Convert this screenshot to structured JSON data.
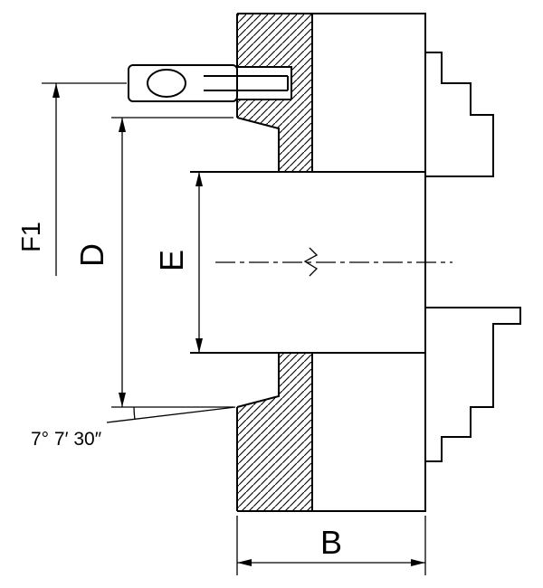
{
  "colors": {
    "background": "#ffffff",
    "line": "#000000"
  },
  "drawing": {
    "labels": {
      "f1": "F1",
      "d": "D",
      "e": "E",
      "b": "B",
      "angle": "7° 7′ 30″"
    }
  }
}
